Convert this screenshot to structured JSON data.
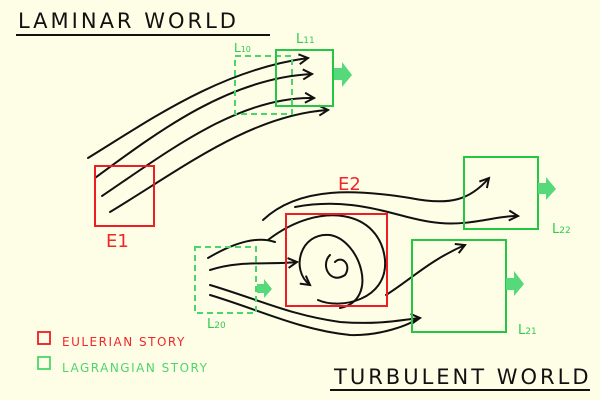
{
  "titles": {
    "laminar": "LAMINAR WORLD",
    "turbulent": "TURBULENT WORLD"
  },
  "labels": {
    "e1": "E1",
    "e2": "E2",
    "l10": {
      "base": "L",
      "sub": "10"
    },
    "l11": {
      "base": "L",
      "sub": "11"
    },
    "l20": {
      "base": "L",
      "sub": "20"
    },
    "l21": {
      "base": "L",
      "sub": "21"
    },
    "l22": {
      "base": "L",
      "sub": "22"
    }
  },
  "legend": [
    {
      "label": "EULERIAN STORY",
      "color": "#ee1c24"
    },
    {
      "label": "LAGRANGIAN STORY",
      "color": "#22c743"
    }
  ]
}
